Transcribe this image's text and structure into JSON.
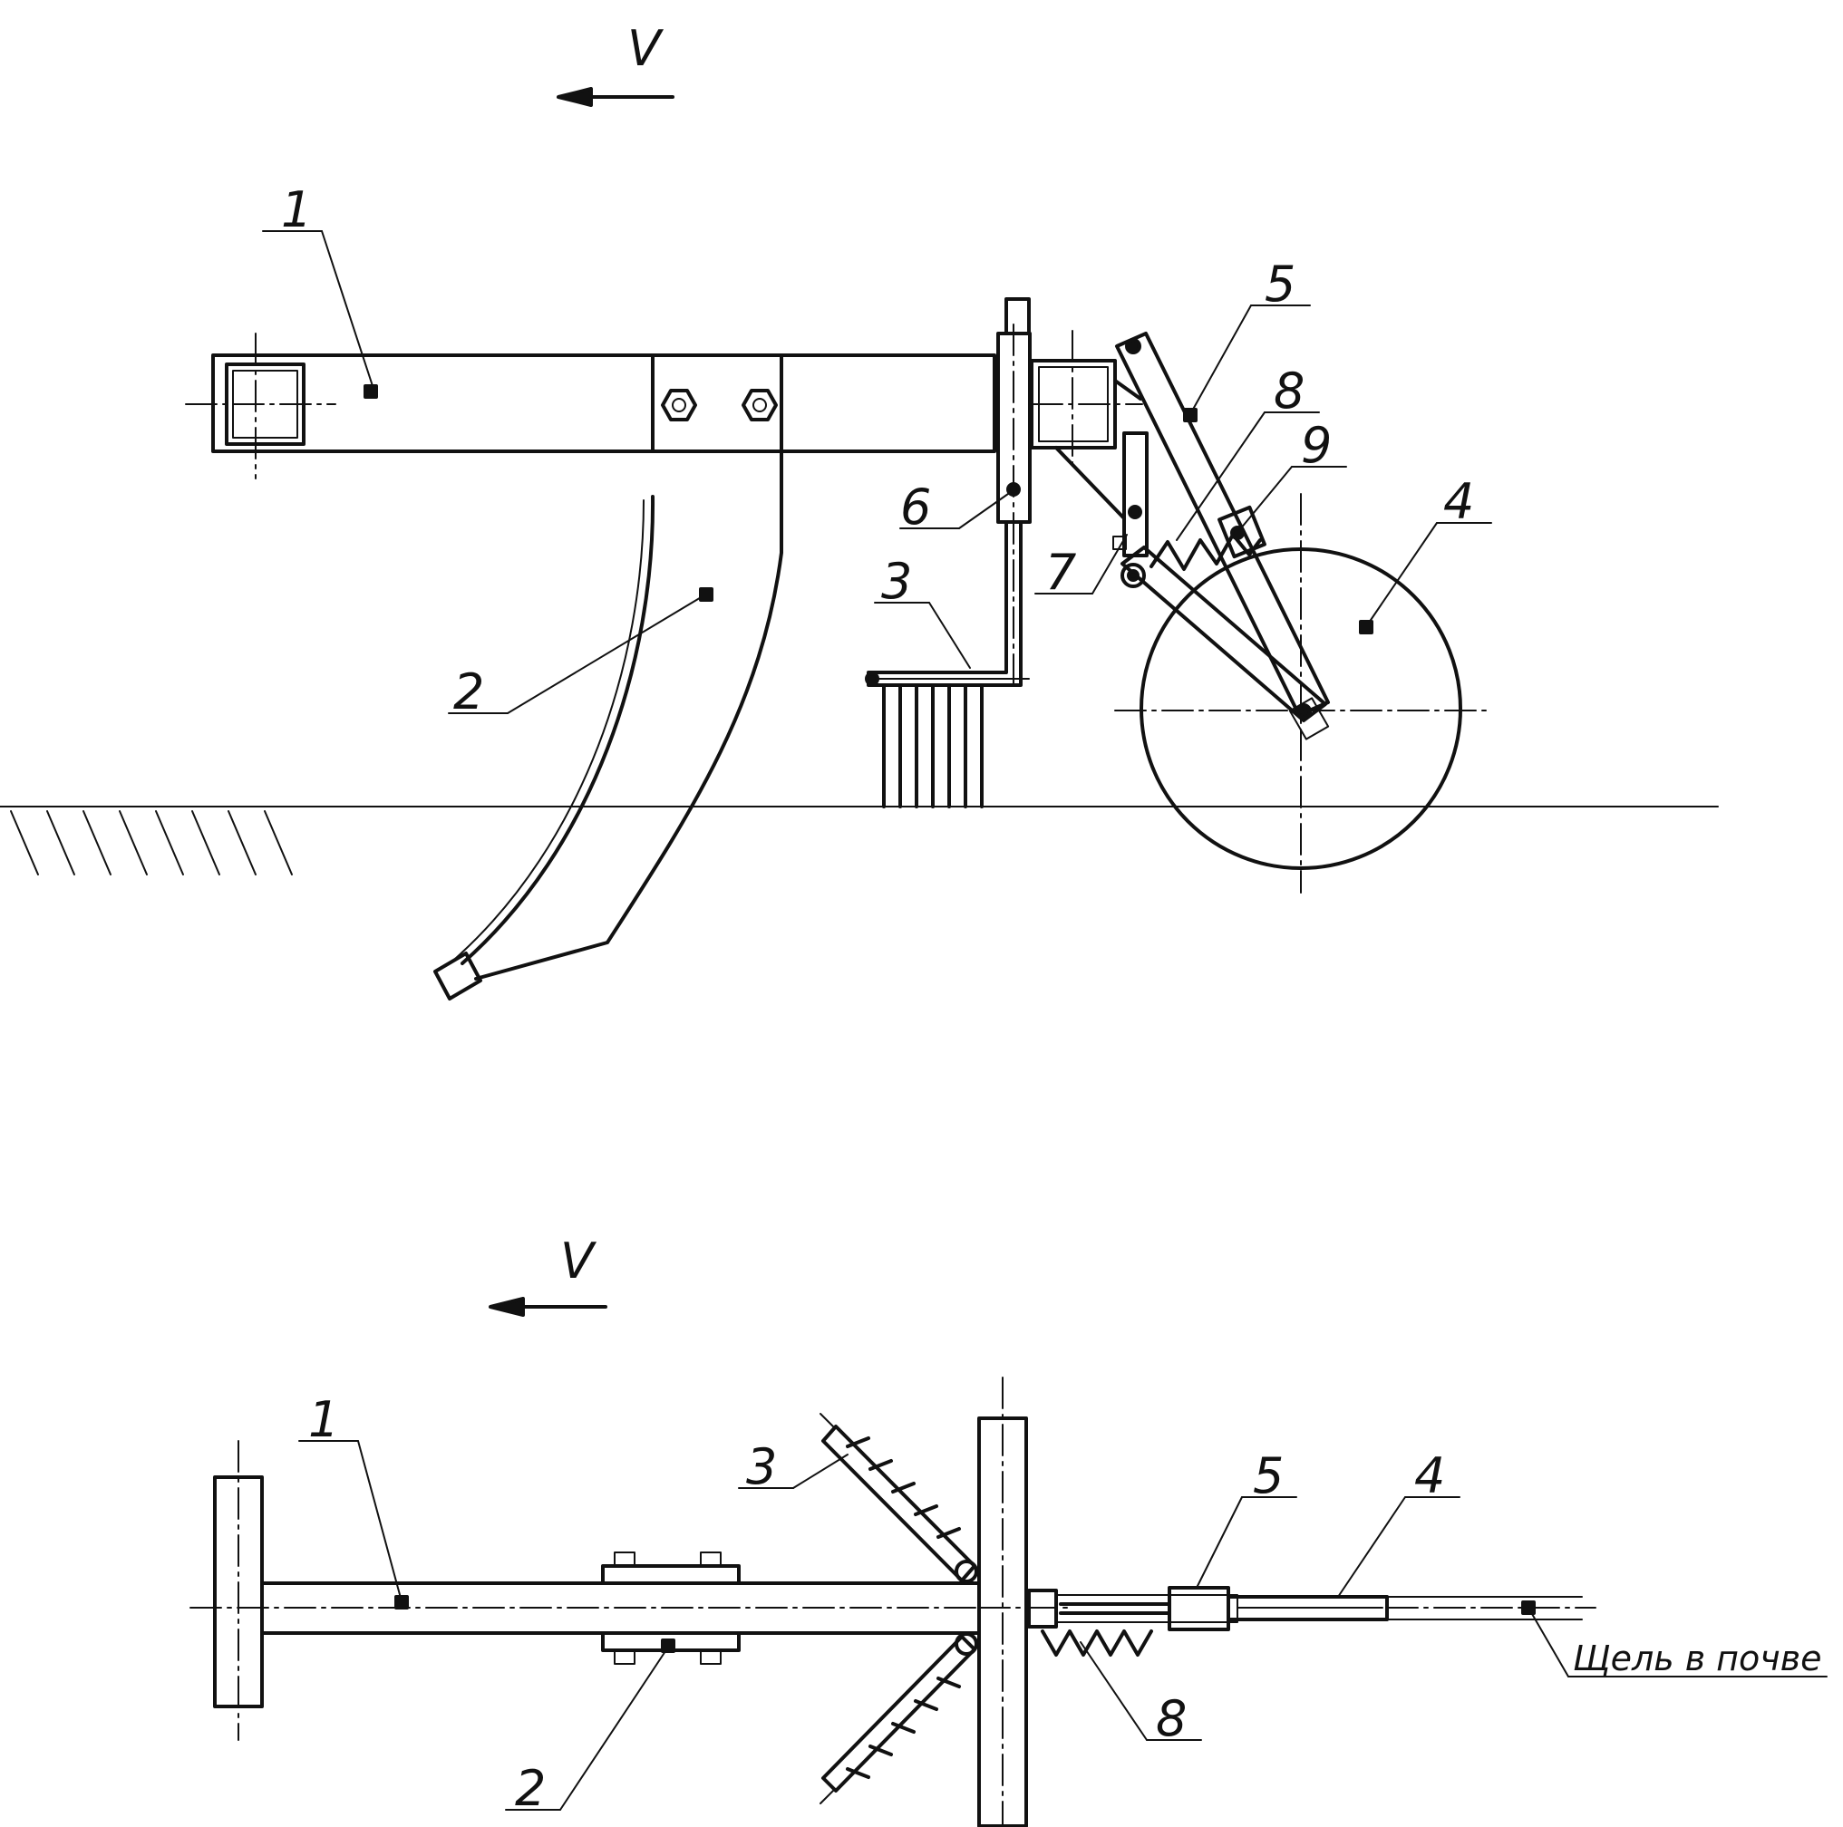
{
  "side_view": {
    "direction_label": "V",
    "callouts": {
      "c1": "1",
      "c2": "2",
      "c3": "3",
      "c4": "4",
      "c5": "5",
      "c6": "6",
      "c7": "7",
      "c8": "8",
      "c9": "9"
    }
  },
  "plan_view": {
    "direction_label": "V",
    "callouts": {
      "c1": "1",
      "c2": "2",
      "c3": "3",
      "c4": "4",
      "c5": "5",
      "c8": "8"
    },
    "slot_label": "Щель в почве"
  },
  "colors": {
    "line": "#111111",
    "background": "#ffffff"
  }
}
